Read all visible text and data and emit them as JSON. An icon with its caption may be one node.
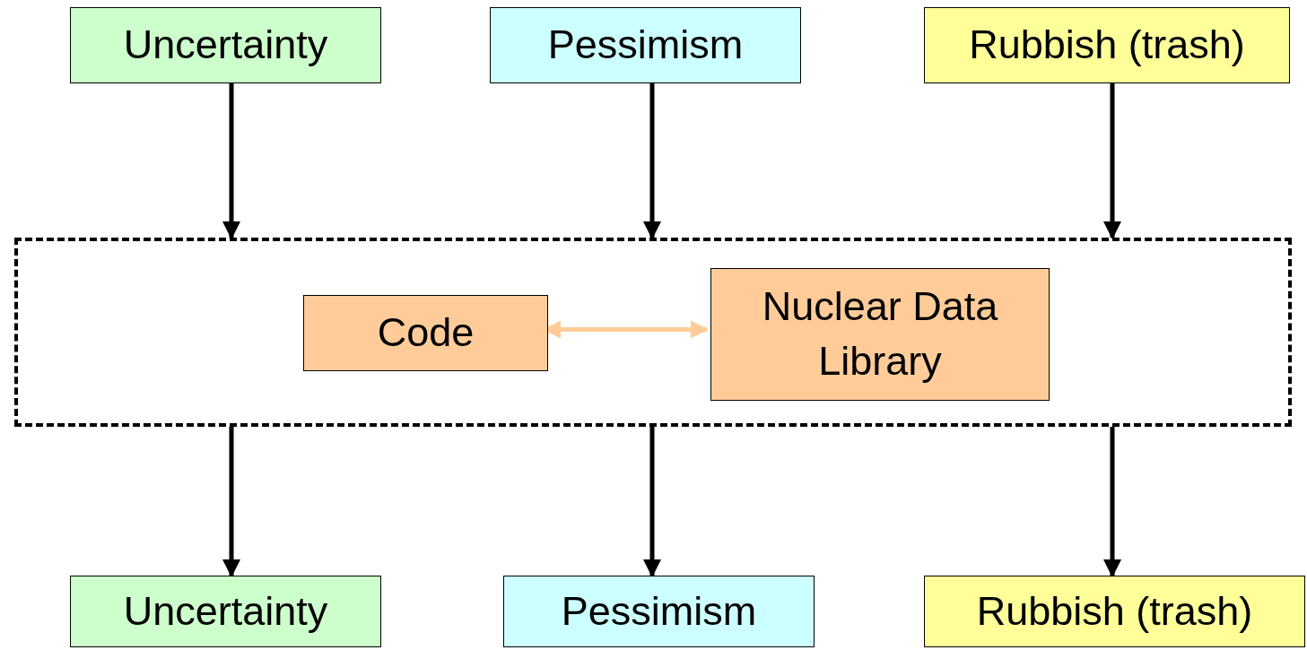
{
  "diagram": {
    "nodes": [
      {
        "text": [
          "Uncertainty"
        ]
      },
      {
        "text": [
          "Pessimism"
        ]
      },
      {
        "text": [
          "Rubbish (trash)"
        ]
      },
      {
        "text": [],
        "shape": "box"
      },
      {
        "text": [
          "Code"
        ],
        "in": 3
      },
      {
        "text": [
          "Nuclear Data Library"
        ],
        "in": 3
      },
      {
        "text": [
          "Uncertainty"
        ]
      },
      {
        "text": [
          "Pessimism"
        ]
      },
      {
        "text": [
          "Rubbish (trash)"
        ]
      }
    ],
    "edges": [
      {
        "from": 0,
        "to": 3,
        "arrow": "to"
      },
      {
        "from": 1,
        "to": 3,
        "arrow": "to"
      },
      {
        "from": 2,
        "to": 3,
        "arrow": "to"
      },
      {
        "from": 4,
        "to": 5,
        "arrow": "both",
        "color": "#ffcc99"
      },
      {
        "from": 3,
        "to": 6,
        "arrow": "to"
      },
      {
        "from": 3,
        "to": 7,
        "arrow": "to"
      },
      {
        "from": 3,
        "to": 8,
        "arrow": "to"
      }
    ]
  }
}
